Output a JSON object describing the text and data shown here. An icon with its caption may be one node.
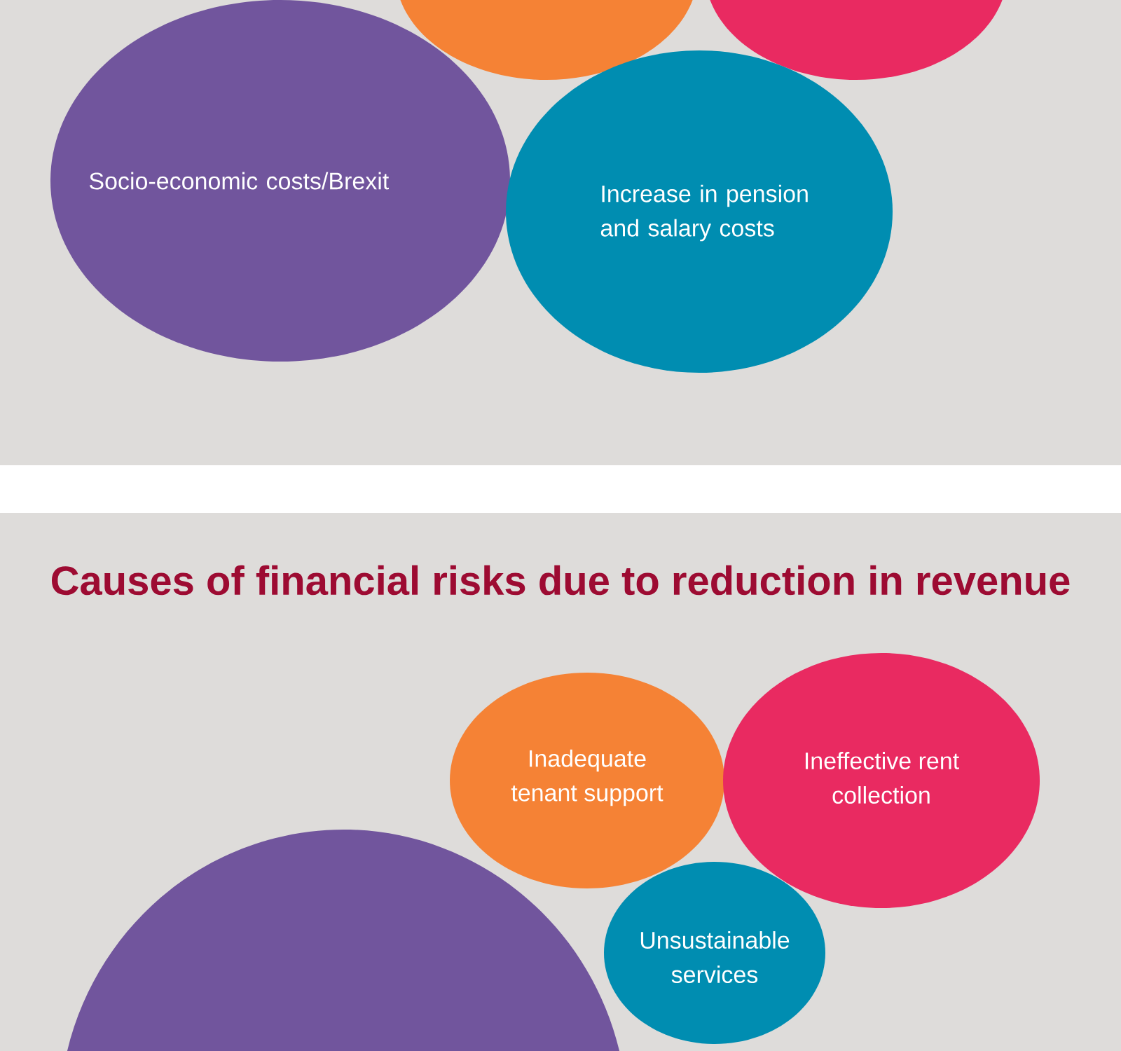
{
  "diagram": {
    "nodes": [
      {
        "text": [],
        "shape": "box"
      },
      {
        "text": [],
        "shape": "ellipse",
        "in": 0
      },
      {
        "text": [],
        "shape": "ellipse",
        "in": 0
      },
      {
        "text": [
          "Socio-economic costs/Brexit"
        ],
        "in": 0
      },
      {
        "text": [
          "Increase in pension and salary costs"
        ],
        "in": 0
      },
      {
        "text": [
          "Causes of financial risks due to reduction in revenue"
        ]
      },
      {
        "text": [
          "Inadequate tenant support"
        ],
        "in": 5
      },
      {
        "text": [
          "Ineffective rent collection"
        ],
        "in": 5
      },
      {
        "text": [
          "Unsustainable services"
        ],
        "in": 5
      },
      {
        "text": [],
        "shape": "ellipse",
        "in": 5
      }
    ]
  }
}
